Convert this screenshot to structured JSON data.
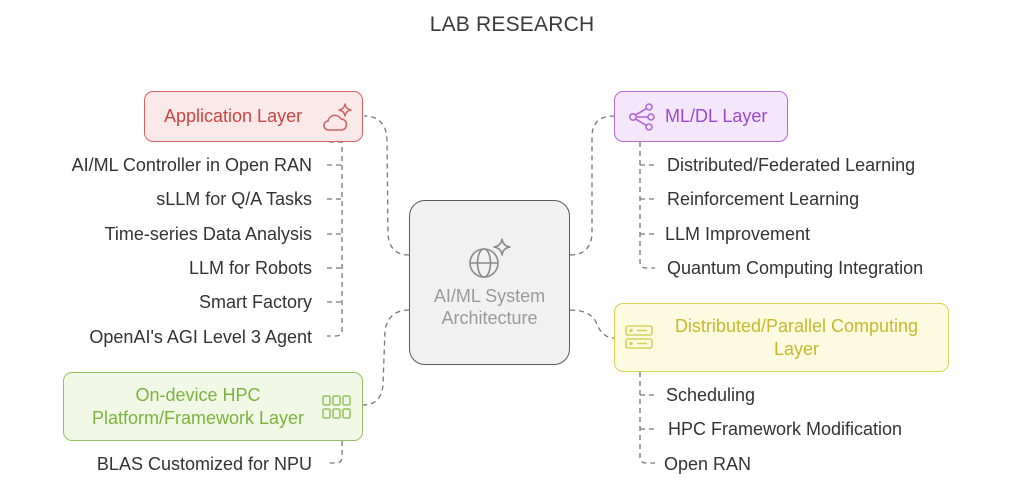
{
  "title": "LAB RESEARCH",
  "center": {
    "label": "AI/ML System Architecture"
  },
  "application_layer": {
    "label": "Application Layer",
    "items": [
      "AI/ML Controller in Open RAN",
      "sLLM for Q/A Tasks",
      "Time-series Data Analysis",
      "LLM for Robots",
      "Smart Factory",
      "OpenAI's AGI Level 3 Agent"
    ]
  },
  "ml_dl_layer": {
    "label": "ML/DL Layer",
    "items": [
      "Distributed/Federated Learning",
      "Reinforcement Learning",
      "LLM Improvement",
      "Quantum Computing Integration"
    ]
  },
  "distributed_layer": {
    "label_line1": "Distributed/Parallel Computing",
    "label_line2": "Layer",
    "items": [
      "Scheduling",
      "HPC Framework Modification",
      "Open RAN"
    ]
  },
  "hpc_layer": {
    "label_line1": "On-device HPC",
    "label_line2": "Platform/Framework Layer",
    "items": [
      "BLAS Customized for NPU"
    ]
  },
  "colors": {
    "application": "#d06464",
    "ml_dl": "#b46ad8",
    "distributed": "#d8d15a",
    "hpc": "#93c35b",
    "center_border": "#5a5a5a",
    "connector": "#777777"
  },
  "icons": {
    "center": "globe-sparkle-icon",
    "application": "cloud-sparkle-icon",
    "ml_dl": "network-nodes-icon",
    "distributed": "server-stack-icon",
    "hpc": "chip-grid-icon"
  }
}
